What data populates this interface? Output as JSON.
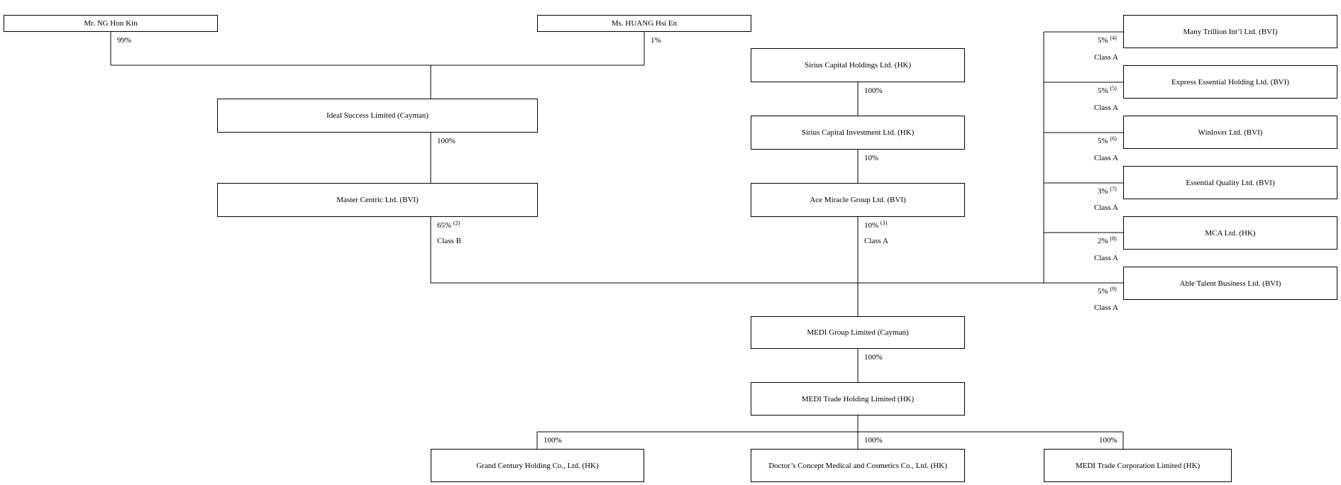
{
  "entities": {
    "ng": "Mr. NG Hon Kin",
    "huang": "Ms. HUANG Hsi En",
    "ideal": "Ideal Success Limited (Cayman)",
    "master": "Master Centric Ltd. (BVI)",
    "sirius_holdings": "Sirius Capital Holdings Ltd. (HK)",
    "sirius_investment": "Sirius Capital Investment Ltd. (HK)",
    "ace": "Ace Miracle Group Ltd. (BVI)",
    "many_trillion": "Many Trillion Int’l Ltd. (BVI)",
    "express": "Express Essential Holding Ltd. (BVI)",
    "winlover": "Winlover Ltd. (BVI)",
    "essential": "Essential Quality Ltd. (BVI)",
    "mca": "MCA Ltd. (HK)",
    "able": "Able Talent Business Ltd. (BVI)",
    "medi_group": "MEDI Group Limited (Cayman)",
    "medi_trade_holding": "MEDI Trade Holding Limited (HK)",
    "grand_century": "Grand Century Holding Co., Ltd. (HK)",
    "doctors_concept": "Doctor’s Concept Medical and Cosmetics Co., Ltd. (HK)",
    "medi_trade_corp": "MEDI Trade Corporation Limited (HK)"
  },
  "stakes": {
    "ng_ideal": {
      "pct": "99%"
    },
    "huang_ideal": {
      "pct": "1%"
    },
    "ideal_master": {
      "pct": "100%"
    },
    "master_medi": {
      "pct": "65%",
      "note": "(2)",
      "cls": "Class B"
    },
    "sh_si": {
      "pct": "100%"
    },
    "si_ace": {
      "pct": "10%"
    },
    "ace_medi": {
      "pct": "10%",
      "note": "(3)",
      "cls": "Class A"
    },
    "many_trillion": {
      "pct": "5%",
      "note": "(4)",
      "cls": "Class A"
    },
    "express": {
      "pct": "5%",
      "note": "(5)",
      "cls": "Class A"
    },
    "winlover": {
      "pct": "5%",
      "note": "(6)",
      "cls": "Class A"
    },
    "essential": {
      "pct": "3%",
      "note": "(7)",
      "cls": "Class A"
    },
    "mca": {
      "pct": "2%",
      "note": "(8)",
      "cls": "Class A"
    },
    "able": {
      "pct": "5%",
      "note": "(9)",
      "cls": "Class A"
    },
    "medi_group_trade": {
      "pct": "100%"
    },
    "grand_century": {
      "pct": "100%"
    },
    "doctors_concept": {
      "pct": "100%"
    },
    "medi_trade_corp": {
      "pct": "100%"
    }
  }
}
